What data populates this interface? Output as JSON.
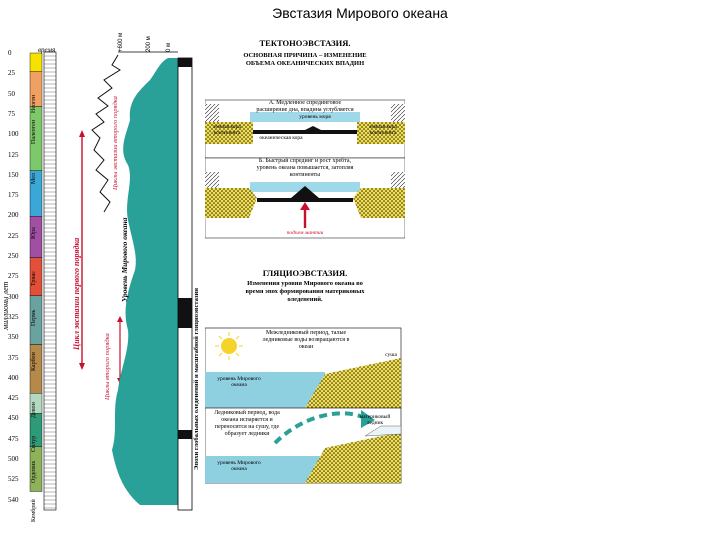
{
  "title": "Эвстазия Мирового океана",
  "left": {
    "time_header": "время",
    "ylabel": "миллионы лет",
    "ticks": [
      "0",
      "25",
      "50",
      "75",
      "100",
      "125",
      "150",
      "175",
      "200",
      "225",
      "250",
      "275",
      "300",
      "325",
      "350",
      "375",
      "400",
      "425",
      "450",
      "475",
      "500",
      "525",
      "540"
    ],
    "periods": [
      "Неоген",
      "Палеоген",
      "Мел",
      "Юра",
      "Триас",
      "Пермь",
      "Карбон",
      "Девон",
      "Силур",
      "Ордовик",
      "Кембрий"
    ],
    "period_colors": [
      "#f5e200",
      "#f0a060",
      "#7cc86a",
      "#3aa7d6",
      "#a14fa3",
      "#e3503a",
      "#69a3a0",
      "#b5894a",
      "#b3d9c0",
      "#2e9a78",
      "#8eb25a"
    ],
    "scale_labels": [
      "+600 м",
      "200 м",
      "0 м"
    ],
    "curve_label": "Уровень Мирового океана",
    "cycle1": "Цикл эвстазии первого порядка",
    "cycle2": "Циклы эвстазии второго порядка",
    "cycle3": "Циклы второго порядка",
    "epoch_label": "Эпохи глобальных оледенений и масштабной гляциоэвстазии"
  },
  "tecto": {
    "title": "ТЕКТОНОЭВСТАЗИЯ.",
    "subtitle": "ОСНОВНАЯ ПРИЧИНА – ИЗМЕНЕНИЕ ОБЪЕМА ОКЕАНИЧЕСКИХ ВПАДИН",
    "a_text": "А. Медленное спрединговое расширение дна, впадина углубляется",
    "b_text": "Б. Быстрый спрединг и рост хребта, уровень океана повышается, затопляя континенты",
    "sea_level": "уровень моря",
    "land": "земная кора континента",
    "ocean_crust": "океаническая кора",
    "mantle": "подъем мантии"
  },
  "glacio": {
    "title": "ГЛЯЦИОЭВСТАЗИЯ.",
    "subtitle": "Изменения уровня Мирового океана во время эпох формирования материковых оледенений.",
    "warm": "Межледниковый период, талые ледниковые воды возвращаются в океан",
    "glacial": "Ледниковый период, вода океана испаряется и переносится на сушу, где образует ледники",
    "sea_level": "уровень Мирового океана",
    "ice": "материковый ледник",
    "land": "суша"
  }
}
